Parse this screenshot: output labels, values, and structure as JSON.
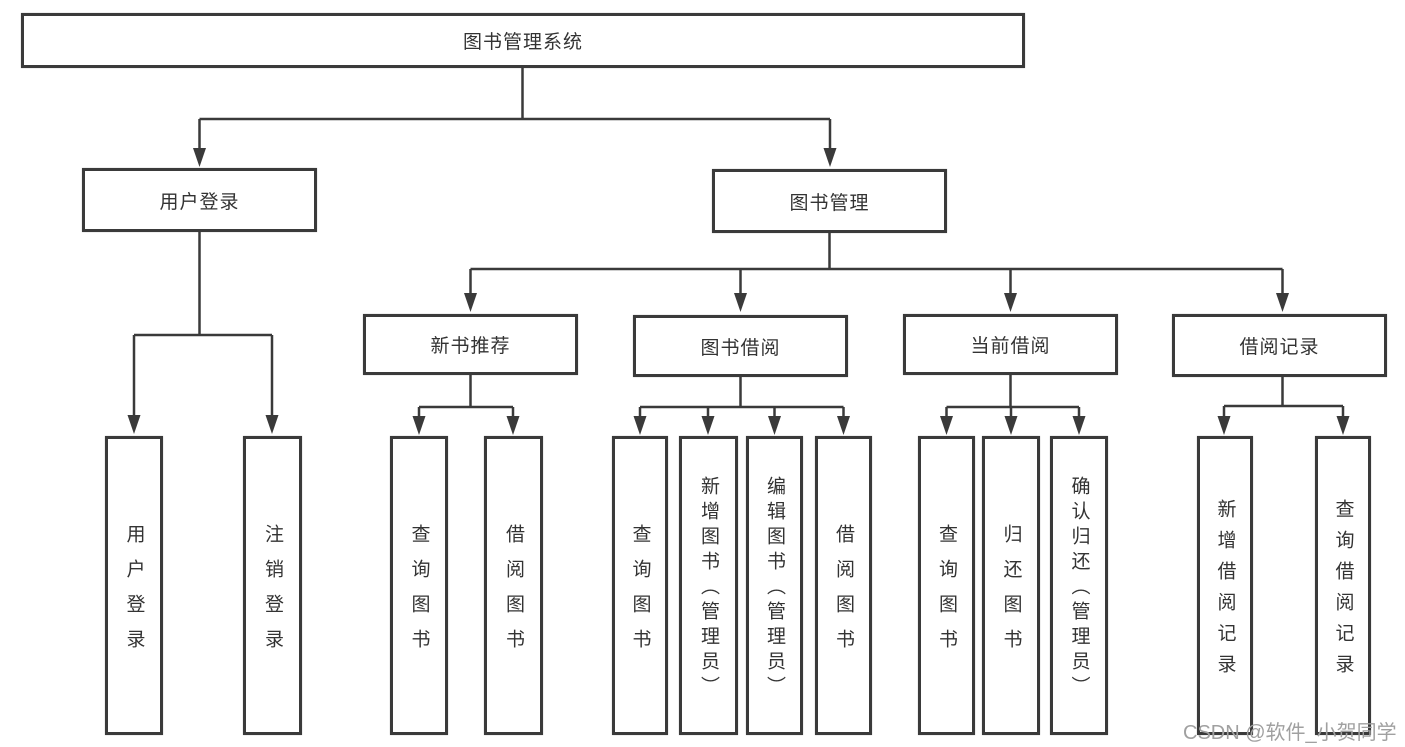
{
  "diagram": {
    "root": {
      "label": "图书管理系统"
    },
    "level2": [
      {
        "label": "用户登录"
      },
      {
        "label": "图书管理"
      }
    ],
    "level3": [
      {
        "label": "新书推荐"
      },
      {
        "label": "图书借阅"
      },
      {
        "label": "当前借阅"
      },
      {
        "label": "借阅记录"
      }
    ],
    "leaves": [
      {
        "label": "用户登录",
        "parent": "用户登录"
      },
      {
        "label": "注销登录",
        "parent": "用户登录"
      },
      {
        "label": "查询图书",
        "parent": "新书推荐"
      },
      {
        "label": "借阅图书",
        "parent": "新书推荐"
      },
      {
        "label": "查询图书",
        "parent": "图书借阅"
      },
      {
        "label": "新增图书（管理员）",
        "parent": "图书借阅"
      },
      {
        "label": "编辑图书（管理员）",
        "parent": "图书借阅"
      },
      {
        "label": "借阅图书",
        "parent": "图书借阅"
      },
      {
        "label": "查询图书",
        "parent": "当前借阅"
      },
      {
        "label": "归还图书",
        "parent": "当前借阅"
      },
      {
        "label": "确认归还（管理员）",
        "parent": "当前借阅"
      },
      {
        "label": "新增借阅记录",
        "parent": "借阅记录"
      },
      {
        "label": "查询借阅记录",
        "parent": "借阅记录"
      }
    ],
    "watermark": "CSDN @软件_小贺同学",
    "colors": {
      "line": "#3a3a3a",
      "text": "#333333",
      "watermark": "#a0a0a0",
      "background": "#ffffff"
    }
  }
}
